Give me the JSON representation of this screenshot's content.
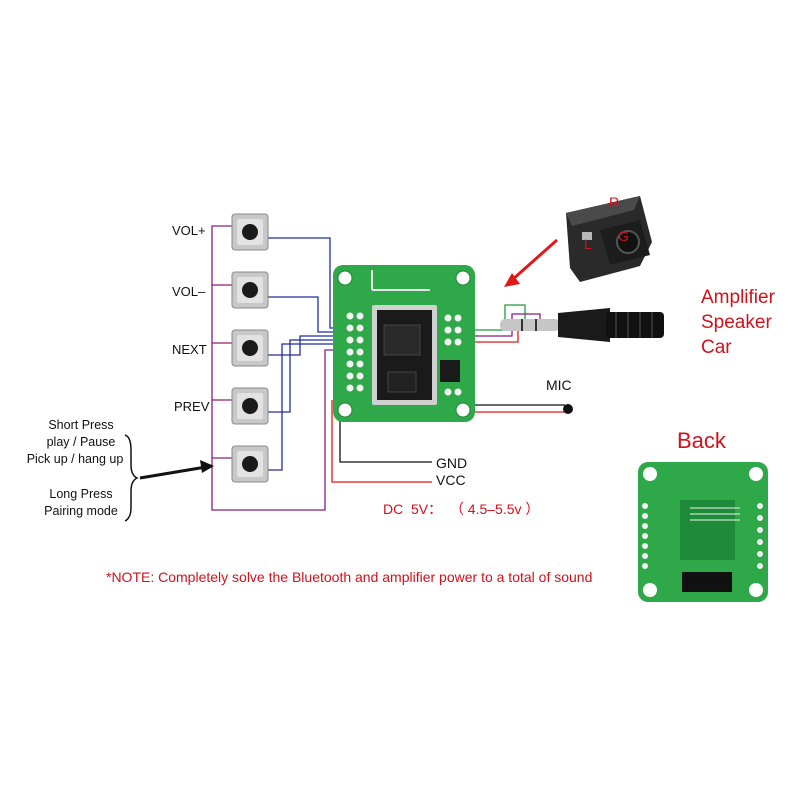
{
  "buttons": {
    "vol_plus": "VOL+",
    "vol_minus": "VOL–",
    "next": "NEXT",
    "prev": "PREV"
  },
  "multi_button": {
    "short_press": "Short Press",
    "play_pause": "play / Pause",
    "pick_up": "Pick up / hang up",
    "long_press": "Long Press",
    "pairing": "Pairing mode"
  },
  "jack_pins": {
    "r": "R",
    "g": "G",
    "l": "L"
  },
  "output": {
    "line1": "Amplifier",
    "line2": "Speaker",
    "line3": "Car"
  },
  "mic_label": "MIC",
  "power": {
    "gnd": "GND",
    "vcc": "VCC",
    "dc": "DC  5V：  （ 4.5–5.5v ）"
  },
  "back_label": "Back",
  "note": "*NOTE: Completely solve the Bluetooth and amplifier power to a total of sound",
  "colors": {
    "wire_blue": "#1f2f9e",
    "wire_purple": "#8a1f7a",
    "wire_red": "#e01818",
    "wire_green": "#1f9a3a",
    "pcb_green": "#2fa84a",
    "accent_red": "#d0121b"
  }
}
